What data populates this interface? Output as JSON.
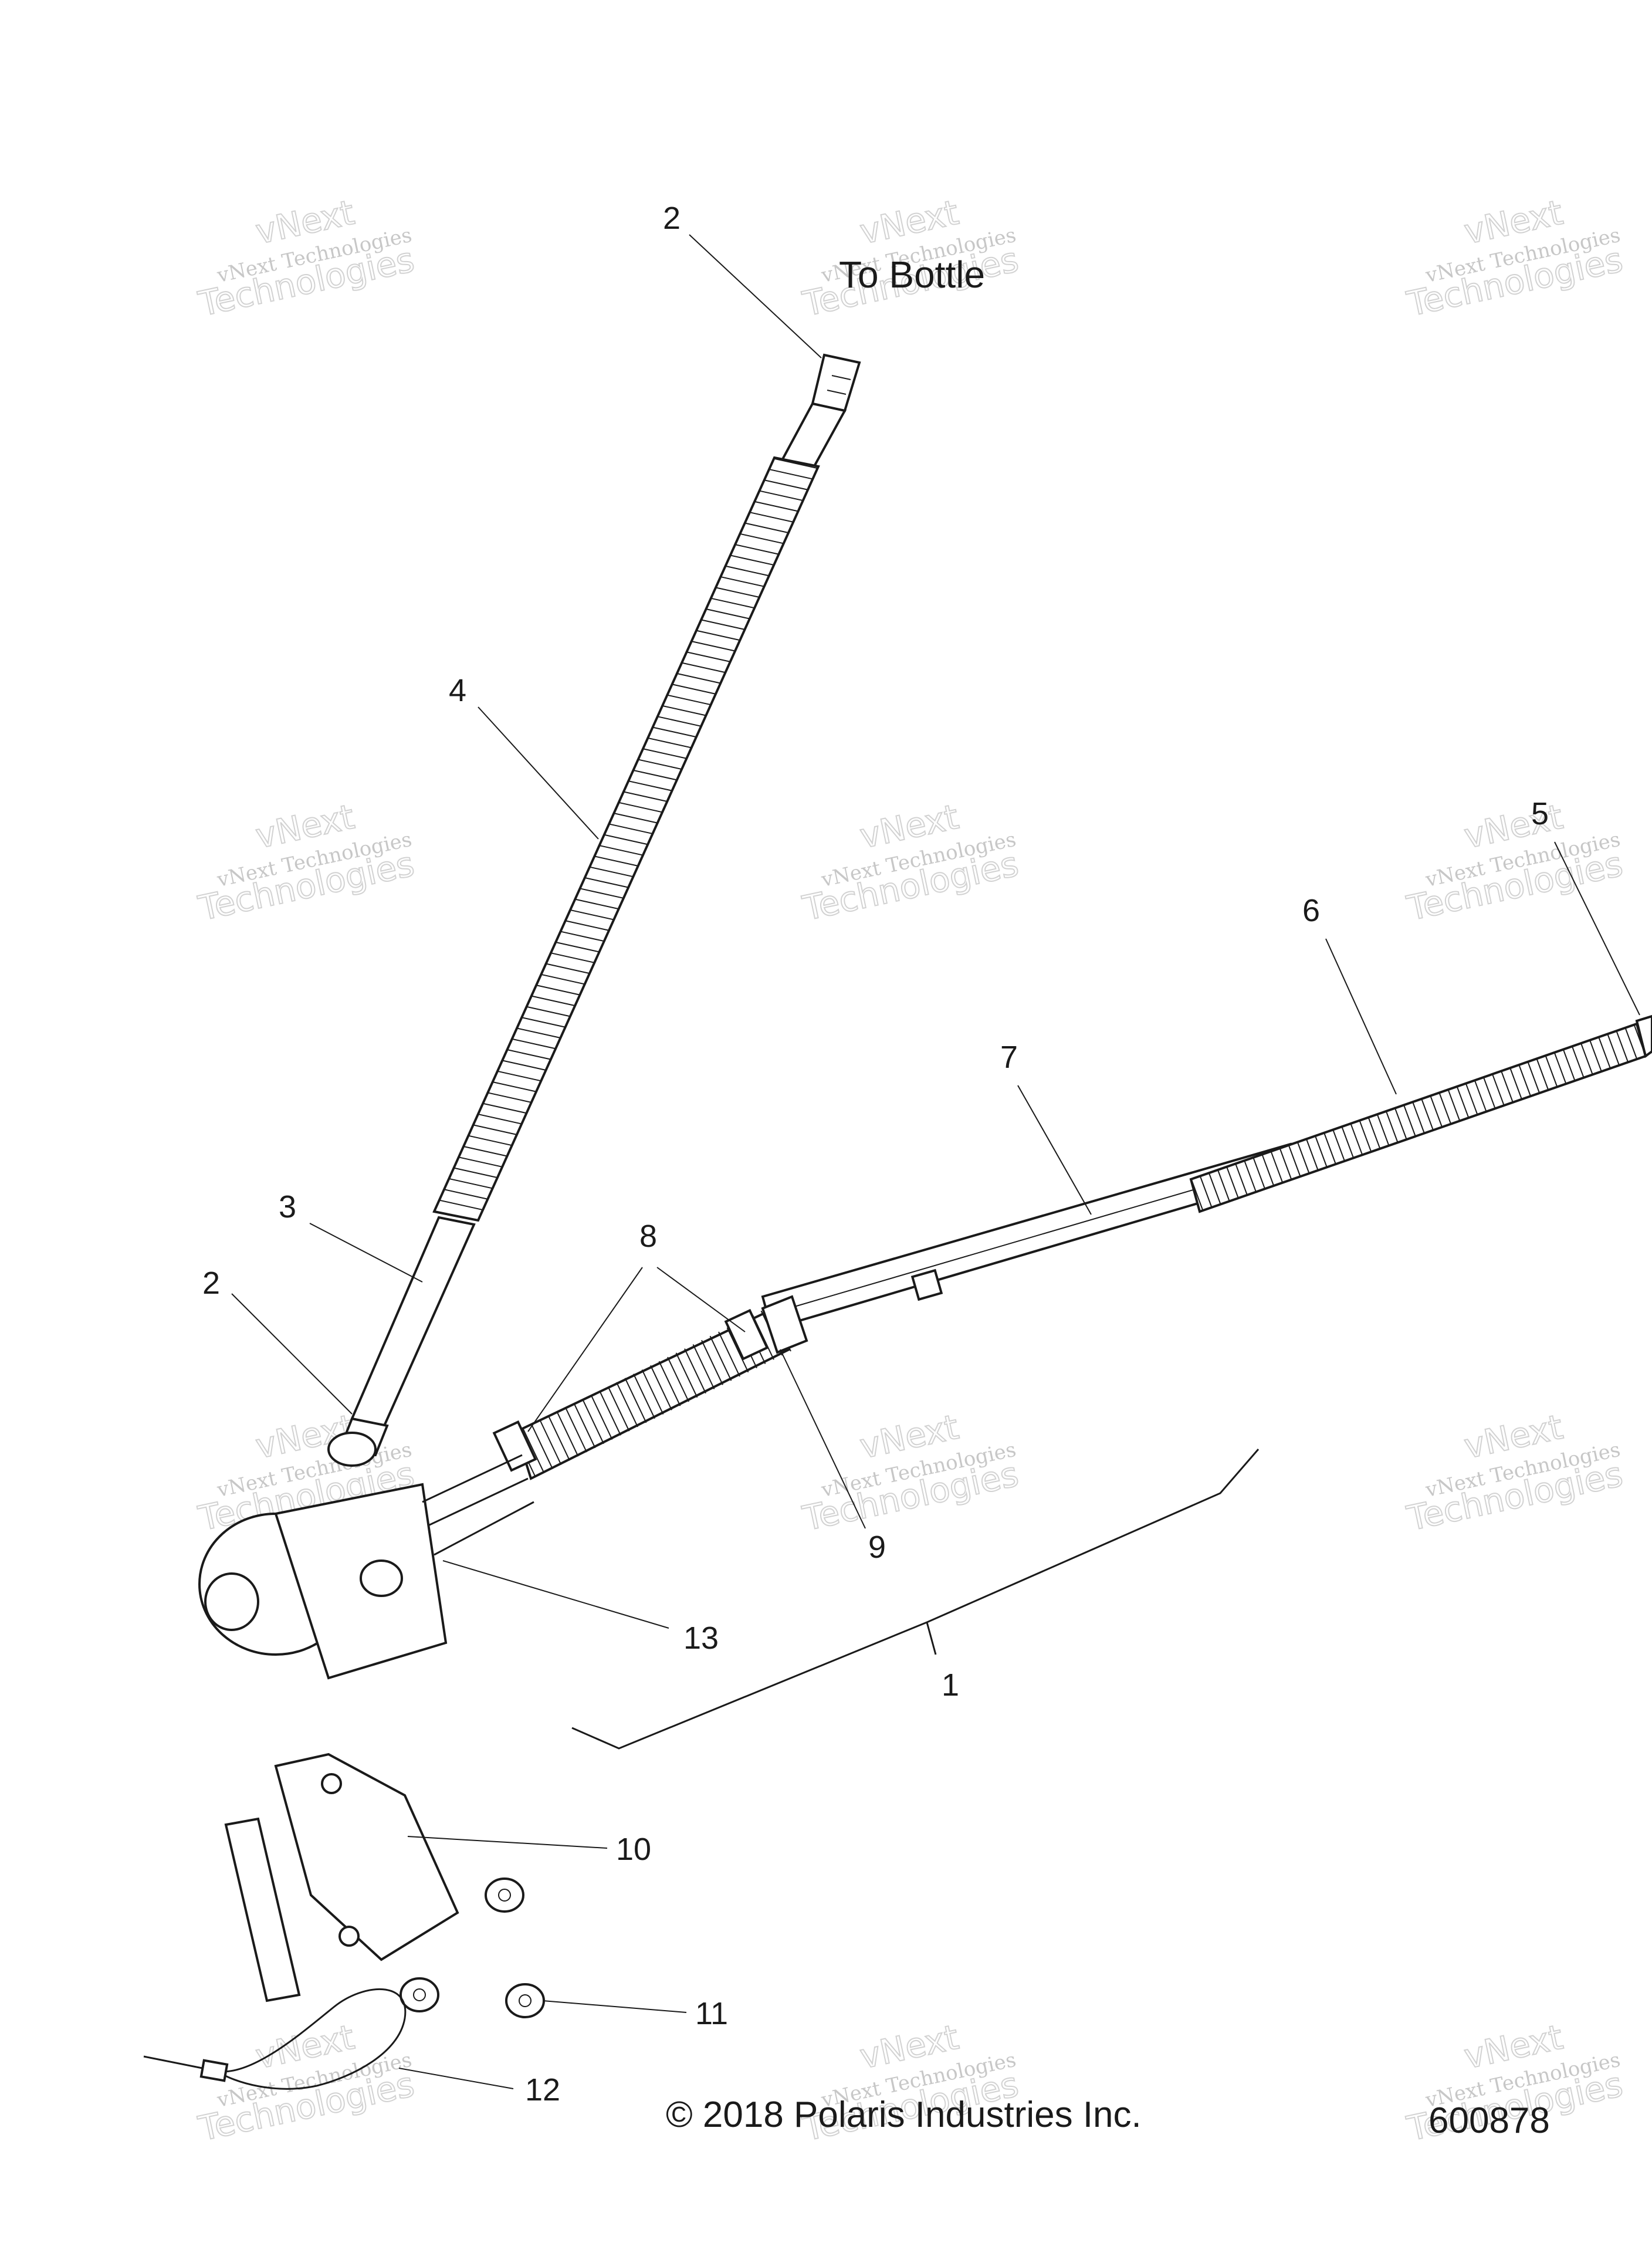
{
  "heading": "To Bottle",
  "copyright": "© 2018 Polaris Industries Inc.",
  "diagram_number": "600878",
  "watermark": {
    "line1": "vNext Technologies",
    "line2": "vNext",
    "line3": "Technologies"
  },
  "callouts": [
    "1",
    "2",
    "3",
    "4",
    "5",
    "6",
    "7",
    "8",
    "9",
    "10",
    "11",
    "12",
    "13"
  ]
}
